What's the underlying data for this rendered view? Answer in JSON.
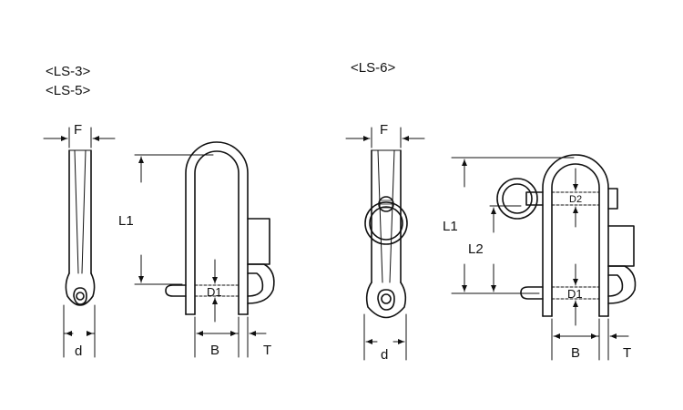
{
  "titles": {
    "left_line1": "<LS-3>",
    "left_line2": "<LS-5>",
    "right": "<LS-6>"
  },
  "dims_left": {
    "F": "F",
    "L1": "L1",
    "D1": "D1",
    "d": "d",
    "B": "B",
    "T": "T"
  },
  "dims_right": {
    "F": "F",
    "L1": "L1",
    "L2": "L2",
    "D1": "D1",
    "D2": "D2",
    "d": "d",
    "B": "B",
    "T": "T"
  },
  "colors": {
    "line": "#111111",
    "background": "#ffffff"
  }
}
